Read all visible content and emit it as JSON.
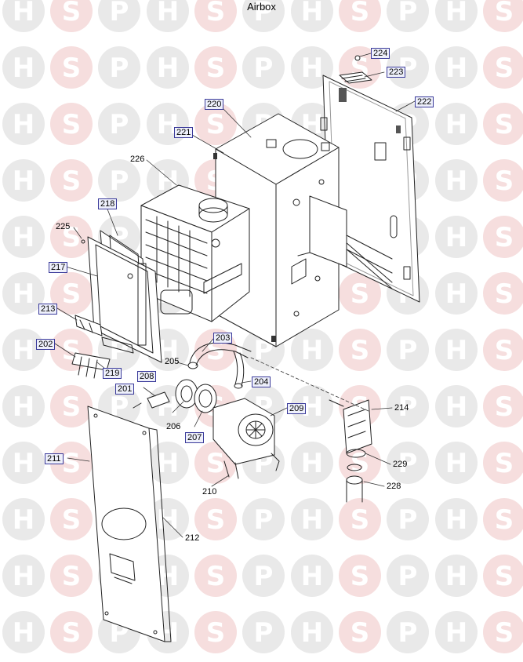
{
  "title": "Airbox",
  "watermark": {
    "letters": [
      "H",
      "S",
      "P"
    ],
    "color_h": "#e9e9e9",
    "color_s": "#f6dede",
    "color_text": "#ffffff"
  },
  "callouts": [
    {
      "id": "224",
      "label": "224",
      "boxed": true
    },
    {
      "id": "223",
      "label": "223",
      "boxed": true
    },
    {
      "id": "222",
      "label": "222",
      "boxed": true
    },
    {
      "id": "220",
      "label": "220",
      "boxed": true
    },
    {
      "id": "221",
      "label": "221",
      "boxed": true
    },
    {
      "id": "226",
      "label": "226",
      "boxed": false
    },
    {
      "id": "218",
      "label": "218",
      "boxed": true
    },
    {
      "id": "225",
      "label": "225",
      "boxed": false
    },
    {
      "id": "217",
      "label": "217",
      "boxed": true
    },
    {
      "id": "213",
      "label": "213",
      "boxed": true
    },
    {
      "id": "202",
      "label": "202",
      "boxed": true
    },
    {
      "id": "219",
      "label": "219",
      "boxed": true
    },
    {
      "id": "203",
      "label": "203",
      "boxed": true
    },
    {
      "id": "205",
      "label": "205",
      "boxed": false
    },
    {
      "id": "208",
      "label": "208",
      "boxed": true
    },
    {
      "id": "204",
      "label": "204",
      "boxed": true
    },
    {
      "id": "201",
      "label": "201",
      "boxed": true
    },
    {
      "id": "209",
      "label": "209",
      "boxed": true
    },
    {
      "id": "214",
      "label": "214",
      "boxed": false
    },
    {
      "id": "206",
      "label": "206",
      "boxed": false
    },
    {
      "id": "207",
      "label": "207",
      "boxed": true
    },
    {
      "id": "229",
      "label": "229",
      "boxed": false
    },
    {
      "id": "211",
      "label": "211",
      "boxed": true
    },
    {
      "id": "228",
      "label": "228",
      "boxed": false
    },
    {
      "id": "210",
      "label": "210",
      "boxed": false
    },
    {
      "id": "212",
      "label": "212",
      "boxed": false
    }
  ]
}
